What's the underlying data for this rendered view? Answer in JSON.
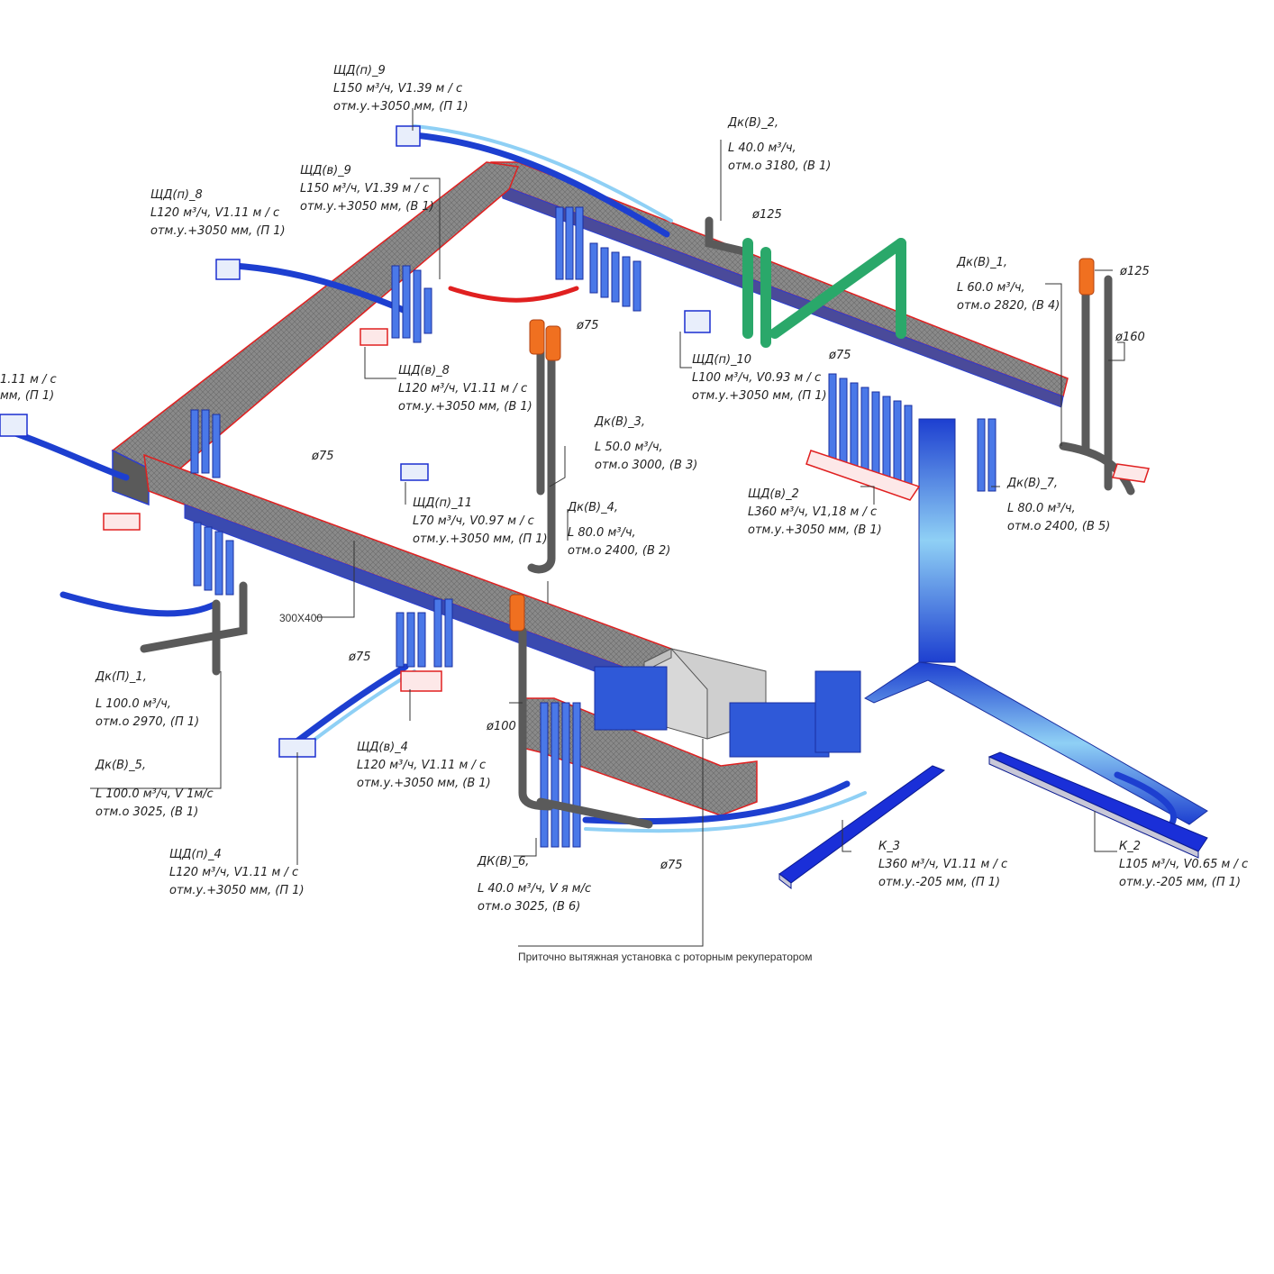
{
  "colors": {
    "supply_duct": "#3a6fe0",
    "supply_duct_light": "#8fd0f5",
    "exhaust_duct": "#5a5a5a",
    "exhaust_outline": "#e02020",
    "recirc_duct": "#2aa86a",
    "fan_orange": "#f07020",
    "grille_blue": "#1a2fd8"
  },
  "labels": [
    {
      "id": "shd-p-9",
      "lines": [
        "ЩД(п)_9",
        "L150 м³/ч, V1.39 м / с",
        "отм.у.+3050 мм,  (П 1)"
      ]
    },
    {
      "id": "shd-v-9",
      "lines": [
        "ЩД(в)_9",
        "L150 м³/ч, V1.39 м / с",
        "отм.у.+3050 мм,  (В 1)"
      ]
    },
    {
      "id": "shd-p-8",
      "lines": [
        "ЩД(п)_8",
        "L120 м³/ч, V1.11 м / с",
        "отм.у.+3050 мм,  (П 1)"
      ]
    },
    {
      "id": "shd-left-cut",
      "lines": [
        "1.11 м / с",
        "мм,  (П 1)"
      ]
    },
    {
      "id": "dk-v-2",
      "lines": [
        "Дк(В)_2,",
        "L 40.0 м³/ч,",
        "отм.о 3180,  (В 1)"
      ]
    },
    {
      "id": "dk-v-1",
      "lines": [
        "Дк(В)_1,",
        "L 60.0 м³/ч,",
        "отм.о 2820,  (В 4)"
      ]
    },
    {
      "id": "shd-v-8",
      "lines": [
        "ЩД(в)_8",
        "L120 м³/ч, V1.11 м / с",
        "отм.у.+3050 мм,  (В 1)"
      ]
    },
    {
      "id": "shd-p-10",
      "lines": [
        "ЩД(п)_10",
        "L100 м³/ч, V0.93 м / с",
        "отм.у.+3050 мм,  (П 1)"
      ]
    },
    {
      "id": "dk-v-3",
      "lines": [
        "Дк(В)_3,",
        "L 50.0 м³/ч,",
        "отм.о 3000,  (В 3)"
      ]
    },
    {
      "id": "shd-p-11",
      "lines": [
        "ЩД(п)_11",
        "L70 м³/ч, V0.97 м / с",
        "отм.у.+3050 мм,  (П 1)"
      ]
    },
    {
      "id": "dk-v-4",
      "lines": [
        "Дк(В)_4,",
        "L 80.0 м³/ч,",
        "отм.о 2400,  (В 2)"
      ]
    },
    {
      "id": "shd-v-2",
      "lines": [
        "ЩД(в)_2",
        "L360 м³/ч, V1,18 м / с",
        "отм.у.+3050 мм,  (В 1)"
      ]
    },
    {
      "id": "dk-v-7",
      "lines": [
        "Дк(В)_7,",
        "L 80.0 м³/ч,",
        "отм.о 2400,  (В 5)"
      ]
    },
    {
      "id": "dk-p-1",
      "lines": [
        "Дк(П)_1,",
        "L 100.0 м³/ч,",
        "отм.о 2970,  (П 1)"
      ]
    },
    {
      "id": "dk-v-5",
      "lines": [
        "Дк(В)_5,",
        "L 100.0 м³/ч, V 1м/с",
        "отм.о 3025,  (В 1)"
      ]
    },
    {
      "id": "shd-v-4",
      "lines": [
        "ЩД(в)_4",
        "L120 м³/ч, V1.11 м / с",
        "отм.у.+3050 мм,  (В 1)"
      ]
    },
    {
      "id": "shd-p-4",
      "lines": [
        "ЩД(п)_4",
        "L120 м³/ч, V1.11 м / с",
        "отм.у.+3050 мм,  (П 1)"
      ]
    },
    {
      "id": "dk-v-6",
      "lines": [
        "ДК(В)_6,",
        "L 40.0 м³/ч, V я м/с",
        "отм.о 3025,  (В 6)"
      ]
    },
    {
      "id": "k-3",
      "lines": [
        "К_3",
        "L360 м³/ч, V1.11 м / с",
        "отм.у.-205 мм,  (П 1)"
      ]
    },
    {
      "id": "k-2",
      "lines": [
        "К_2",
        "L105 м³/ч, V0.65 м / с",
        "отм.у.-205 мм,  (П 1)"
      ]
    }
  ],
  "dims": {
    "d125_a": "ø125",
    "d125_b": "ø125",
    "d160": "ø160",
    "d75_a": "ø75",
    "d75_b": "ø75",
    "d75_c": "ø75",
    "d75_d": "ø75",
    "d75_e": "ø75",
    "d100": "ø100",
    "duct_size": "300X400"
  },
  "caption": "Приточно вытяжная установка с роторным рекуператором"
}
